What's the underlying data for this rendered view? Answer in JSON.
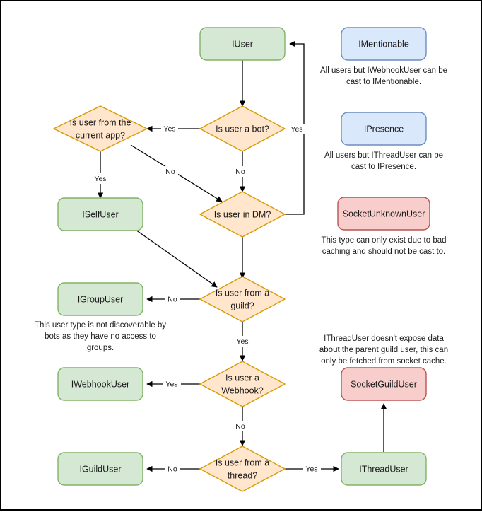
{
  "diagram": {
    "title": "Discord.Net user type cast decision flowchart",
    "background": "#ffffff",
    "border_color": "#000000",
    "palette": {
      "green_fill": "#d5e8d4",
      "green_stroke": "#82b366",
      "orange_fill": "#ffe6cc",
      "orange_stroke": "#d79b00",
      "blue_fill": "#dae8fc",
      "blue_stroke": "#6c8ebf",
      "red_fill": "#f8cecc",
      "red_stroke": "#b85450",
      "edge_color": "#000000",
      "text_color": "#1a1a1a"
    },
    "nodes": {
      "iuser": {
        "label": "IUser",
        "type": "process",
        "color": "green"
      },
      "is_bot": {
        "label": "Is user a bot?",
        "type": "decision",
        "color": "orange"
      },
      "is_current_app": {
        "label_line1": "Is user from the",
        "label_line2": "current app?",
        "type": "decision",
        "color": "orange"
      },
      "iselfuser": {
        "label": "ISelfUser",
        "type": "process",
        "color": "green"
      },
      "is_dm": {
        "label": "Is user in DM?",
        "type": "decision",
        "color": "orange"
      },
      "is_guild": {
        "label_line1": "Is user from a",
        "label_line2": "guild?",
        "type": "decision",
        "color": "orange"
      },
      "igroupuser": {
        "label": "IGroupUser",
        "type": "process",
        "color": "green"
      },
      "is_webhook": {
        "label_line1": "Is user a",
        "label_line2": "Webhook?",
        "type": "decision",
        "color": "orange"
      },
      "iwebhookuser": {
        "label": "IWebhookUser",
        "type": "process",
        "color": "green"
      },
      "is_thread": {
        "label_line1": "Is user from a",
        "label_line2": "thread?",
        "type": "decision",
        "color": "orange"
      },
      "iguilduser": {
        "label": "IGuildUser",
        "type": "process",
        "color": "green"
      },
      "ithreaduser": {
        "label": "IThreadUser",
        "type": "process",
        "color": "green"
      },
      "imentionable": {
        "label": "IMentionable",
        "type": "process",
        "color": "blue"
      },
      "ipresence": {
        "label": "IPresence",
        "type": "process",
        "color": "blue"
      },
      "socketunknownuser": {
        "label": "SocketUnknownUser",
        "type": "process",
        "color": "red"
      },
      "socketguilduser": {
        "label": "SocketGuildUser",
        "type": "process",
        "color": "red"
      }
    },
    "edge_labels": {
      "bot_yes": "Yes",
      "bot_no": "No",
      "currentapp_yes": "Yes",
      "currentapp_no": "No",
      "dm_yes": "Yes",
      "guild_no": "No",
      "guild_yes": "Yes",
      "webhook_yes": "Yes",
      "webhook_no": "No",
      "thread_no": "No",
      "thread_yes": "Yes"
    },
    "notes": {
      "mentionable": {
        "line1": "All users but IWebhookUser can be",
        "line2": "cast to IMentionable."
      },
      "presence": {
        "line1": "All users but IThreadUser can be",
        "line2": "cast to IPresence."
      },
      "unknown_user": {
        "line1": "This type can only exist due to bad",
        "line2": "caching and should not be cast to."
      },
      "group_user": {
        "line1": "This user type is not discoverable by",
        "line2": "bots as they have no access to",
        "line3": "groups."
      },
      "thread_user": {
        "line1": "IThreadUser doesn't expose data",
        "line2": "about the parent guild user, this can",
        "line3": "only be fetched from socket cache."
      }
    }
  }
}
